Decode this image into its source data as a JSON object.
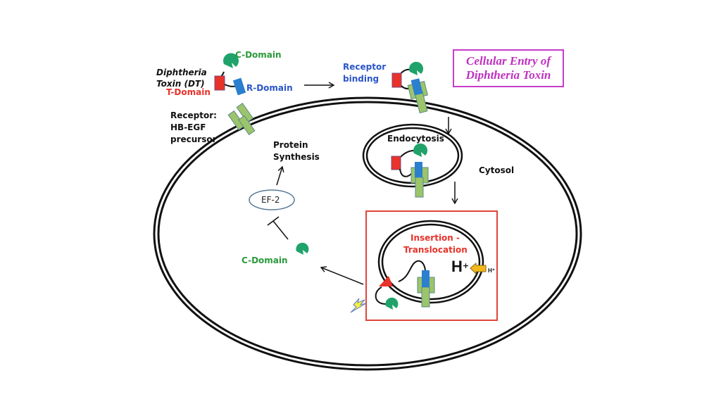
{
  "title": {
    "line1": "Cellular Entry of",
    "line2": "Diphtheria Toxin"
  },
  "labels": {
    "toxin_line1": "Diphtheria",
    "toxin_line2": "Toxin (DT)",
    "c_domain_top": "C-Domain",
    "t_domain": "T-Domain",
    "r_domain": "R-Domain",
    "receptor_line1": "Receptor:",
    "receptor_line2": "HB-EGF",
    "receptor_line3": "precursor",
    "receptor_binding_line1": "Receptor",
    "receptor_binding_line2": "binding",
    "endocytosis": "Endocytosis",
    "cytosol": "Cytosol",
    "protein_synthesis_line1": "Protein",
    "protein_synthesis_line2": "Synthesis",
    "ef2": "EF-2",
    "c_domain_released": "C-Domain",
    "insertion_line1": "Insertion -",
    "insertion_line2": "Translocation",
    "h_plus": "H",
    "h_plus_sup": "+",
    "h_plus_small": "H⁺"
  },
  "colors": {
    "c_domain": "#1fa36a",
    "t_domain": "#e8322a",
    "r_domain": "#2a7fcf",
    "receptor": "#9cc46a",
    "title": "#c030c0",
    "highlight_box": "#e0453a",
    "proton_arrow": "#f2b81a"
  }
}
